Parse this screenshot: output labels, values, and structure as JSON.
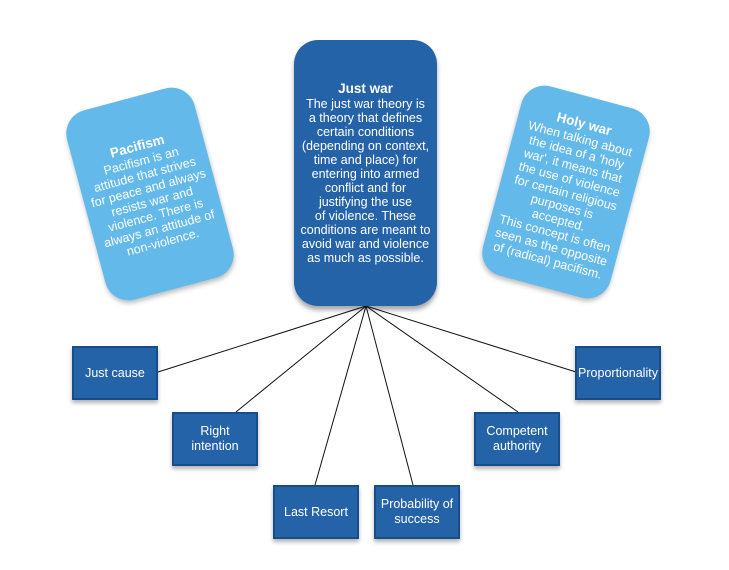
{
  "center": {
    "title": "Just war",
    "body": "The just war theory is\na theory that defines\ncertain conditions\n(depending on context,\ntime and place) for\nentering into armed\nconflict and for\njustifying the use\nof violence. These\nconditions are meant to\navoid war and violence\nas much as possible."
  },
  "left": {
    "title": "Pacifism",
    "body": "Pacifism is an\nattitude that strives\nfor peace and always\nresists war and\nviolence. There is\nalways an attitude of\nnon-violence."
  },
  "right": {
    "title": "Holy war",
    "body": "When talking about\nthe idea of a 'holy\nwar', it means that\nthe use of violence\nfor certain religious\npurposes is accepted.\nThis concept is often\nseen as the opposite\nof (radical) pacifism."
  },
  "criteria": [
    "Just cause",
    "Right intention",
    "Last Resort",
    "Probability of success",
    "Competent authority",
    "Proportionality"
  ],
  "colors": {
    "dark_blue": "#2563a8",
    "light_blue": "#63b9ea",
    "line": "#111111"
  }
}
